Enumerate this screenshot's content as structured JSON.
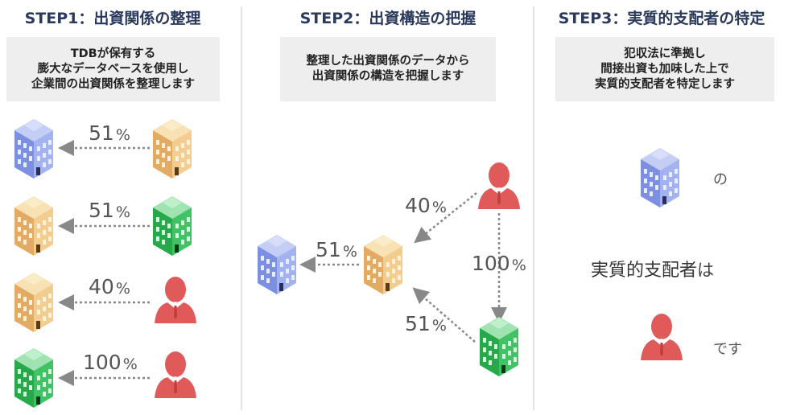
{
  "step1": {
    "title": "STEP1：出資関係の整理",
    "desc": [
      "TDBが保有する",
      "膨大なデータベースを使用し",
      "企業間の出資関係を整理します"
    ],
    "rows": [
      {
        "percent": "51",
        "unit": "%",
        "owner": "yellow-building",
        "owned": "blue-building"
      },
      {
        "percent": "51",
        "unit": "%",
        "owner": "green-building",
        "owned": "yellow-building"
      },
      {
        "percent": "40",
        "unit": "%",
        "owner": "person",
        "owned": "yellow-building"
      },
      {
        "percent": "100",
        "unit": "%",
        "owner": "person",
        "owned": "green-building"
      }
    ]
  },
  "step2": {
    "title": "STEP2：出資構造の把握",
    "desc": [
      "整理した出資関係のデータから",
      "出資関係の構造を把握します"
    ],
    "pct_person_to_yellow": "40",
    "pct_yellow_to_blue": "51",
    "pct_person_to_green": "100",
    "pct_green_to_yellow": "51",
    "unit": "%"
  },
  "step3": {
    "title": "STEP3：実質的支配者の特定",
    "desc": [
      "犯収法に準拠し",
      "間接出資も加味した上で",
      "実質的支配者を特定します"
    ],
    "no": "の",
    "beneficial_owner": "実質的支配者",
    "wa": "は",
    "desu": "です"
  },
  "colors": {
    "title": "#2a3a5c",
    "person": "#e05a5a",
    "blue_building": "#8fa3e6",
    "yellow_building": "#f0c98a",
    "green_building": "#3bbf5e",
    "arrow": "#888888"
  }
}
